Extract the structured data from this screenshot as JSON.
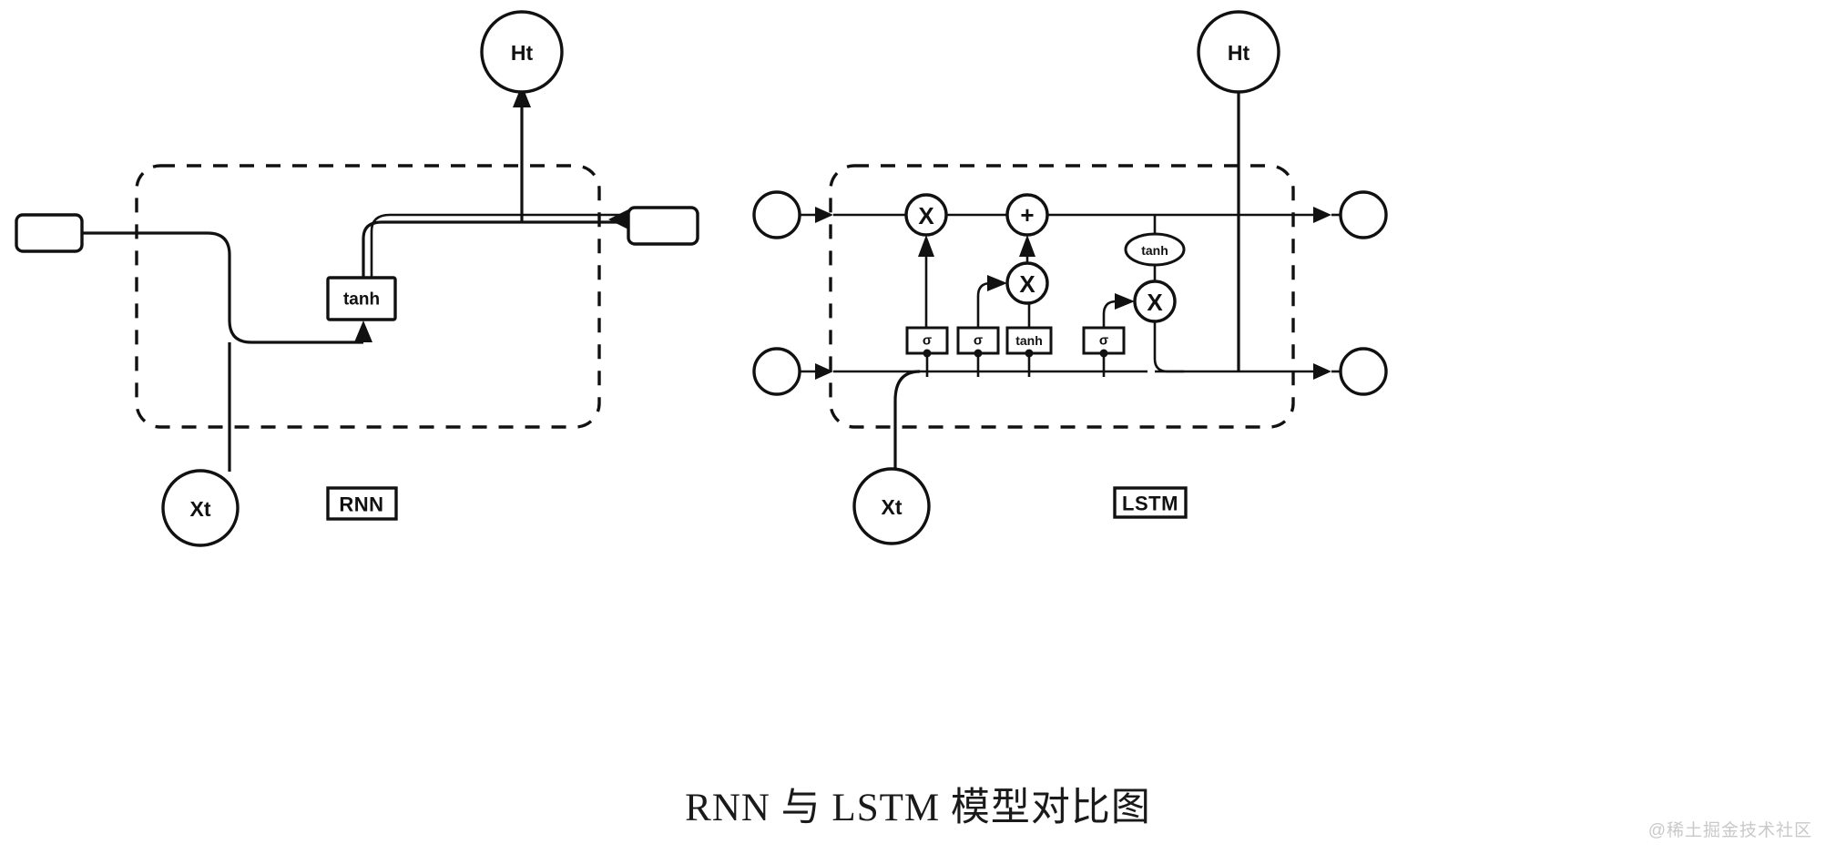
{
  "figure": {
    "caption": "RNN 与 LSTM 模型对比图",
    "watermark": "@稀土掘金技术社区"
  },
  "rnn": {
    "tag": "RNN",
    "output_node": "Ht",
    "input_node": "Xt",
    "activation": "tanh",
    "state_in_shape": "rounded-rectangle",
    "state_out_shape": "rounded-rectangle",
    "state_in_label": "",
    "state_out_label": ""
  },
  "lstm": {
    "tag": "LSTM",
    "output_node": "Ht",
    "input_node": "Xt",
    "ops": {
      "forget_multiply": "X",
      "add": "+",
      "input_multiply": "X",
      "output_multiply": "X"
    },
    "gates": [
      {
        "id": "forget-gate",
        "label": "σ"
      },
      {
        "id": "input-gate",
        "label": "σ"
      },
      {
        "id": "candidate-gate",
        "label": "tanh"
      },
      {
        "id": "output-gate",
        "label": "σ"
      }
    ],
    "cell_activation": "tanh",
    "state_in_label": "",
    "state_out_label": "",
    "hidden_in_label": "",
    "hidden_out_label": ""
  },
  "colors": {
    "ink": "#111111",
    "paper": "#ffffff",
    "watermark": "#c9c9c9"
  }
}
